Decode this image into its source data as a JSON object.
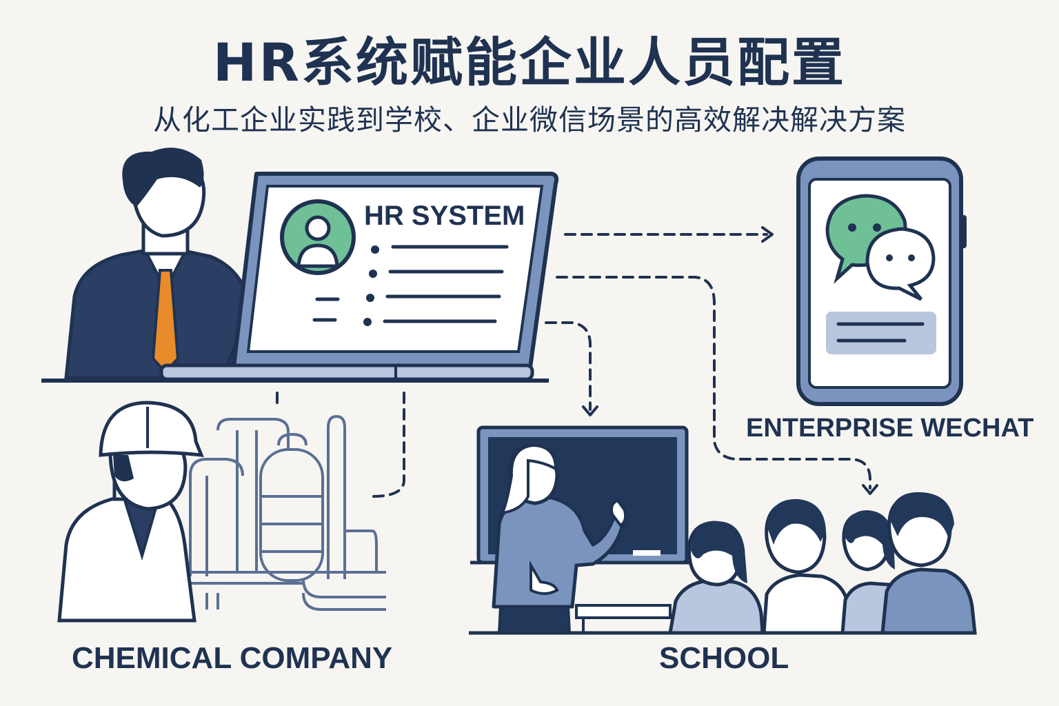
{
  "header": {
    "title": "HR系统赋能企业人员配置",
    "subtitle": "从化工企业实践到学校、企业微信场景的高效解决解决方案"
  },
  "hr_system": {
    "screen_title": "HR SYSTEM",
    "icon": "user-profile-icon"
  },
  "scenarios": {
    "chemical": {
      "label": "CHEMICAL COMPANY",
      "icon": "chemical-plant-icon"
    },
    "school": {
      "label": "SCHOOL",
      "icon": "classroom-icon"
    },
    "wechat": {
      "label": "ENTERPRISE WECHAT",
      "icon": "chat-bubbles-icon"
    }
  },
  "colors": {
    "navy": "#1f3251",
    "slate_blue": "#7b94bd",
    "light_blue": "#dde4f0",
    "green": "#6fbf97",
    "orange": "#e88b2a",
    "background": "#f6f5f1"
  }
}
